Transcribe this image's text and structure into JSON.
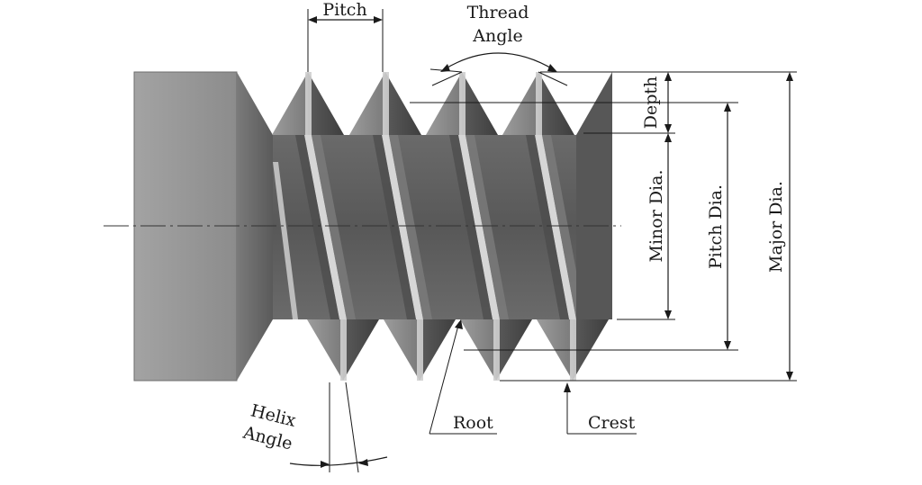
{
  "labels": {
    "pitch": "Pitch",
    "thread_angle_line1": "Thread",
    "thread_angle_line2": "Angle",
    "depth": "Depth",
    "minor_dia": "Minor Dia.",
    "pitch_dia": "Pitch Dia.",
    "major_dia": "Major Dia.",
    "helix_angle_line1": "Helix",
    "helix_angle_line2": "Angle",
    "root": "Root",
    "crest": "Crest"
  },
  "colors": {
    "shank": "#9a9a9a",
    "shank_edge": "#6e6e6e",
    "thread_body": "#5e5e5e",
    "thread_face_light": "#a8a8a8",
    "thread_face_dark": "#444444",
    "crest_highlight": "#d9d9d9"
  }
}
